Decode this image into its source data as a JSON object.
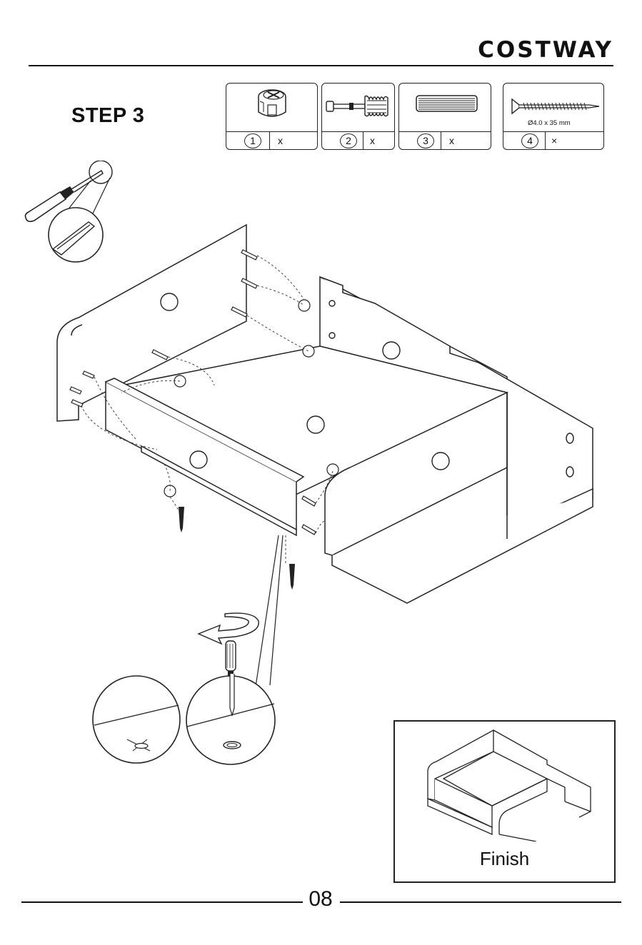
{
  "header": {
    "brand": "COSTWAY"
  },
  "step": {
    "title": "STEP 3"
  },
  "parts": [
    {
      "number": "1",
      "qty": "x"
    },
    {
      "number": "2",
      "qty": "x"
    },
    {
      "number": "3",
      "qty": "x"
    },
    {
      "number": "4",
      "qty": "×",
      "spec": "Ø4.0 x 35 mm"
    }
  ],
  "finish": {
    "label": "Finish"
  },
  "footer": {
    "page_number": "08"
  }
}
